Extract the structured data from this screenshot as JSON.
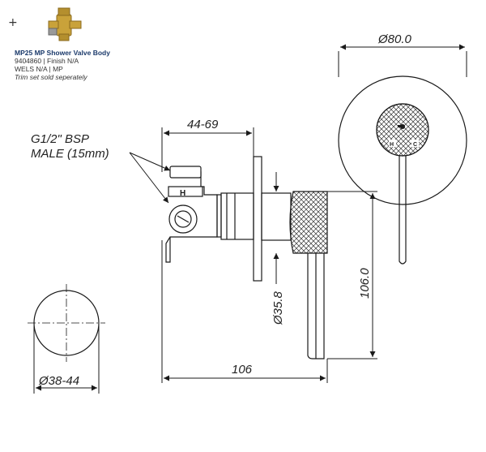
{
  "product": {
    "plus_symbol": "+",
    "name": "MP25 MP Shower Valve Body",
    "code_finish": "9404860 | Finish N/A",
    "wels": "WELS N/A | MP",
    "note": "Trim set sold seperately"
  },
  "diagram": {
    "plate_diameter": "Ø80.0",
    "depth_range": "44-69",
    "thread_line1": "G1/2\" BSP",
    "thread_line2": "MALE  (15mm)",
    "lever_reach": "106.0",
    "handle_diameter": "Ø35.8",
    "total_width": "106",
    "hole_diameter": "Ø38-44",
    "hot_label": "H",
    "cold_label": "C",
    "valve_mark": "H"
  },
  "colors": {
    "line": "#1a1a1a",
    "brass": "#c9a23a",
    "brass_dark": "#8a6a1e",
    "title_blue": "#1b3a6b"
  }
}
